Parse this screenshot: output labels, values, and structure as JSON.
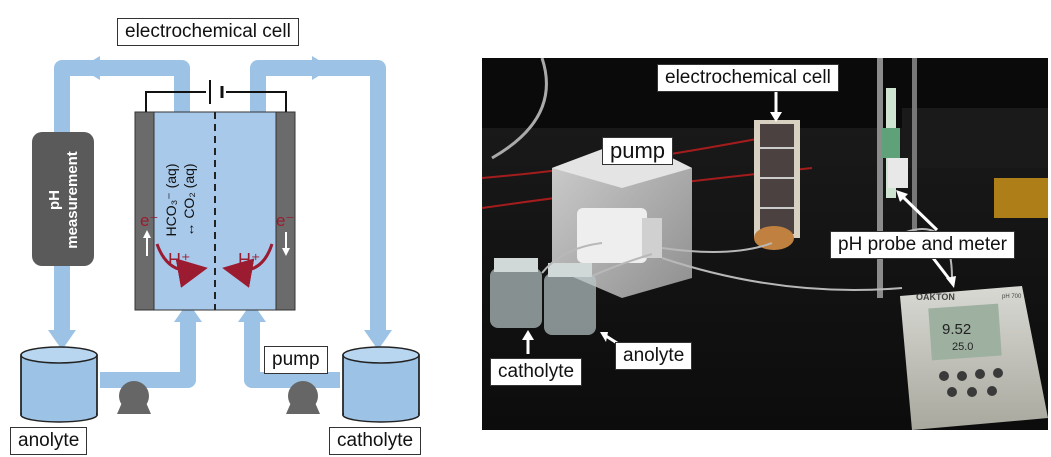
{
  "schematic": {
    "title": "electrochemical cell",
    "ph_box": "pH measurement",
    "ph_lines": [
      "pH",
      "measurement"
    ],
    "pump_label": "pump",
    "anolyte_label": "anolyte",
    "catholyte_label": "catholyte",
    "electron_left": "e⁻",
    "electron_right": "e⁻",
    "proton_left": "H⁺",
    "proton_right": "H⁺",
    "reaction": "HCO3⁻(aq) ↔ CO2(aq)",
    "reaction_line1": "HCO₃⁻ (aq)",
    "reaction_line2": "↔ CO₂ (aq)"
  },
  "photo": {
    "callout_cell": "electrochemical cell",
    "callout_pump": "pump",
    "callout_ph": "pH probe and meter",
    "callout_catholyte": "catholyte",
    "callout_anolyte": "anolyte",
    "meter_brand": "OAKTON",
    "meter_model": "pH 700",
    "meter_reading_1": "9.52",
    "meter_reading_2": "25.0"
  },
  "colors": {
    "tube_blue": "#9cc3e6",
    "cell_blue": "#a9c9eb",
    "electrode_gray": "#6b6b6b",
    "arrow_red": "#9b1b30",
    "pump_gray": "#666666"
  }
}
